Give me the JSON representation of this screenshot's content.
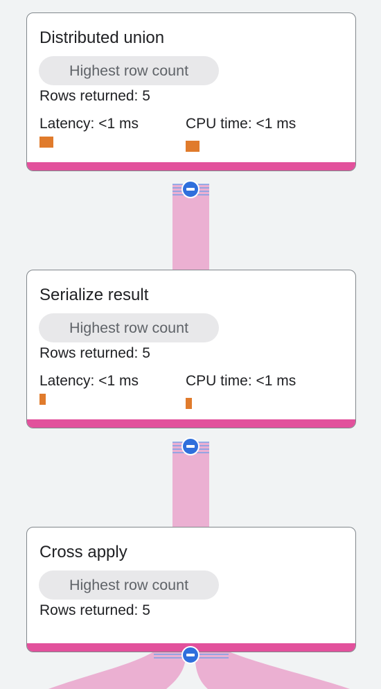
{
  "nodes": [
    {
      "title": "Distributed union",
      "badge": "Highest row count",
      "rows_returned": "Rows returned: 5",
      "latency_label": "Latency: <1 ms",
      "cpu_label": "CPU time: <1 ms"
    },
    {
      "title": "Serialize result",
      "badge": "Highest row count",
      "rows_returned": "Rows returned: 5",
      "latency_label": "Latency: <1 ms",
      "cpu_label": "CPU time: <1 ms"
    },
    {
      "title": "Cross apply",
      "badge": "Highest row count",
      "rows_returned": "Rows returned: 5"
    }
  ],
  "colors": {
    "background": "#f1f3f4",
    "node_accent": "#e2519c",
    "edge": "#ebb0d2",
    "metric_bar": "#e07b2c",
    "collapse_button": "#2f6fdc",
    "badge_bg": "#e8e8ea"
  },
  "icons": {
    "collapse": "minus-circle-icon"
  }
}
